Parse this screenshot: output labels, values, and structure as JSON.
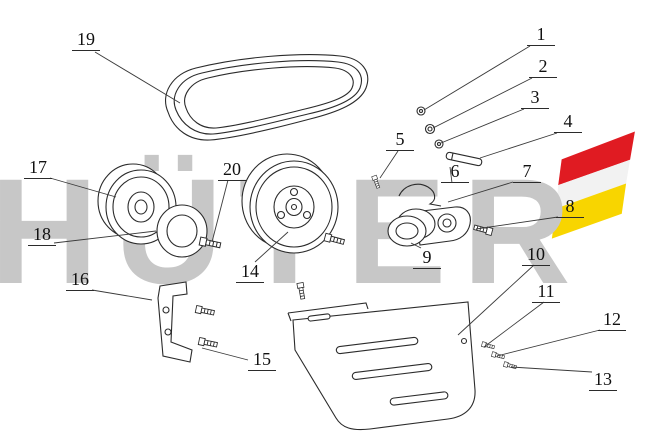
{
  "diagram": {
    "watermark_text": "HÜTER",
    "watermark_color": "#c7c7c7",
    "logo": {
      "red": "#e01b22",
      "white": "#f2f2f2",
      "yellow": "#f8d500"
    },
    "callouts": [
      "1",
      "2",
      "3",
      "4",
      "5",
      "6",
      "7",
      "8",
      "9",
      "10",
      "11",
      "12",
      "13",
      "14",
      "15",
      "16",
      "17",
      "18",
      "19",
      "20"
    ]
  }
}
